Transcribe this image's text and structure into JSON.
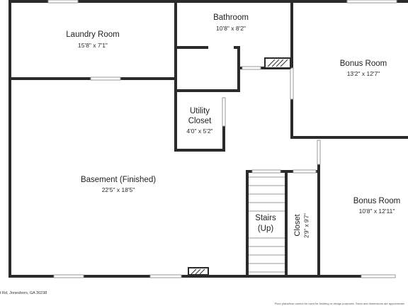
{
  "rooms": {
    "laundry": {
      "name": "Laundry Room",
      "dims": "15'8\" x 7'1\""
    },
    "bathroom": {
      "name": "Bathroom",
      "dims": "10'8\" x 8'2\""
    },
    "bonus_top": {
      "name": "Bonus Room",
      "dims": "13'2\" x 12'7\""
    },
    "utility": {
      "name_line1": "Utility",
      "name_line2": "Closet",
      "dims": "4'0\" x 5'2\""
    },
    "basement": {
      "name": "Basement (Finished)",
      "dims": "22'5\" x 18'5\""
    },
    "bonus_bottom": {
      "name": "Bonus Room",
      "dims": "10'8\" x 12'11\""
    },
    "stairs": {
      "name_line1": "Stairs",
      "name_line2": "(Up)"
    },
    "closet": {
      "name": "Closet",
      "dims": "2'9\" x 9'7\""
    }
  },
  "footer": {
    "address": "t Rd, Jonesboro, GA 30238",
    "disclaimer": "Floor plans/tour cannot be used for building or design purposes. Sizes and dimensions are approximate."
  },
  "colors": {
    "wall": "#2b2b2b",
    "window": "#d9d9d9",
    "background": "#ffffff"
  }
}
